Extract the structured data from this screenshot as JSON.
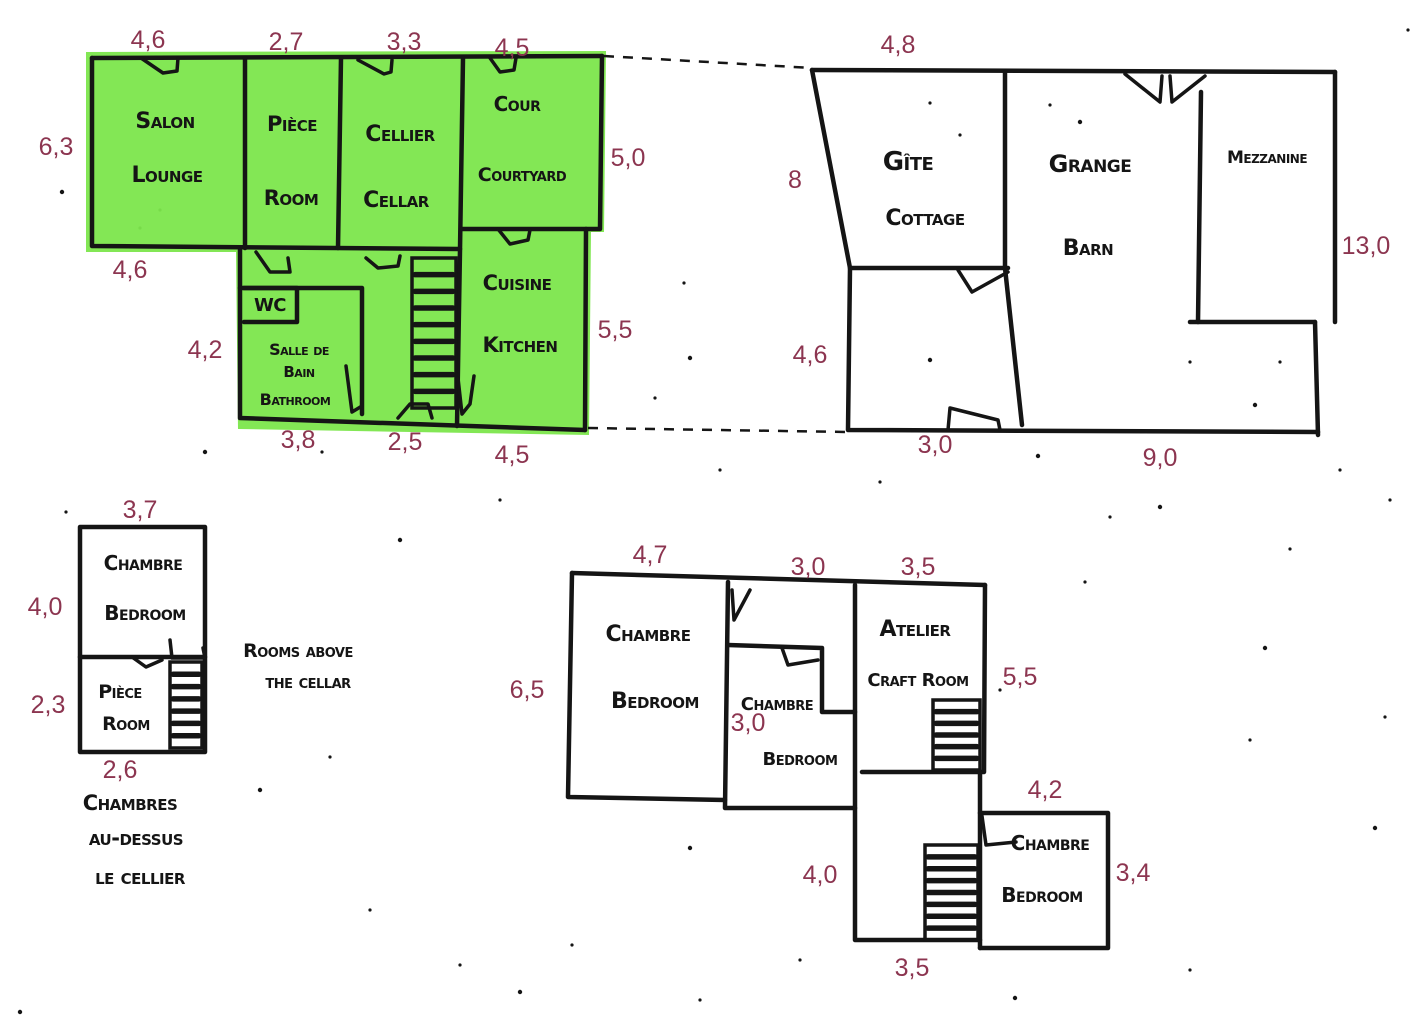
{
  "colors": {
    "ink": "#151515",
    "highlight": "#7ce64c",
    "dimension": "#8c3550"
  },
  "ground_floor": {
    "salon": {
      "fr": "Salon",
      "en": "Lounge"
    },
    "piece": {
      "fr": "Pièce",
      "en": "Room"
    },
    "cellier": {
      "fr": "Cellier",
      "en": "Cellar"
    },
    "cour": {
      "fr": "Cour",
      "en": "Courtyard"
    },
    "wc": "WC",
    "salle_de_bain": {
      "fr": [
        "Salle de",
        "Bain"
      ],
      "en": "Bathroom"
    },
    "cuisine": {
      "fr": "Cuisine",
      "en": "Kitchen"
    },
    "dimensions": {
      "top": [
        "4,6",
        "2,7",
        "3,3",
        "4,5"
      ],
      "salon_left": "6,3",
      "salon_bottom": "4,6",
      "cour_right": "5,0",
      "cuisine_right": "5,5",
      "bathroom_left": "4,2",
      "bottom": [
        "3,8",
        "2,5",
        "4,5"
      ]
    }
  },
  "outbuildings": {
    "gite": {
      "fr": "Gîte",
      "en": "Cottage"
    },
    "grange": {
      "fr": "Grange",
      "en": "Barn"
    },
    "mezzanine": "Mezzanine",
    "dimensions": {
      "top": "4,8",
      "gite_left": "8",
      "lower_room_left": "4,6",
      "right": "13,0",
      "bottom": [
        "3,0",
        "9,0"
      ]
    }
  },
  "rooms_above_cellar": {
    "chambre": {
      "fr": "Chambre",
      "en": "Bedroom"
    },
    "piece": {
      "fr": "Pièce",
      "en": "Room"
    },
    "note_en": [
      "Rooms above",
      "the cellar"
    ],
    "note_fr": [
      "Chambres",
      "au-dessus",
      "le cellier"
    ],
    "dimensions": {
      "top": "3,7",
      "left": [
        "4,0",
        "2,3"
      ],
      "bottom": "2,6"
    }
  },
  "upper_floor": {
    "chambre_1": {
      "fr": "Chambre",
      "en": "Bedroom"
    },
    "chambre_2": {
      "fr": "Chambre",
      "en": "Bedroom"
    },
    "atelier": {
      "fr": "Atelier",
      "en": "Craft Room"
    },
    "chambre_3": {
      "fr": "Chambre",
      "en": "Bedroom"
    },
    "dimensions": {
      "top": [
        "4,7",
        "3,0",
        "3,5"
      ],
      "left": "6,5",
      "chambre_2_inner": "3,0",
      "atelier_right": "5,5",
      "chambre_3_top": "4,2",
      "chambre_3_right": "3,4",
      "stair_left": "4,0",
      "bottom": "3,5"
    }
  }
}
